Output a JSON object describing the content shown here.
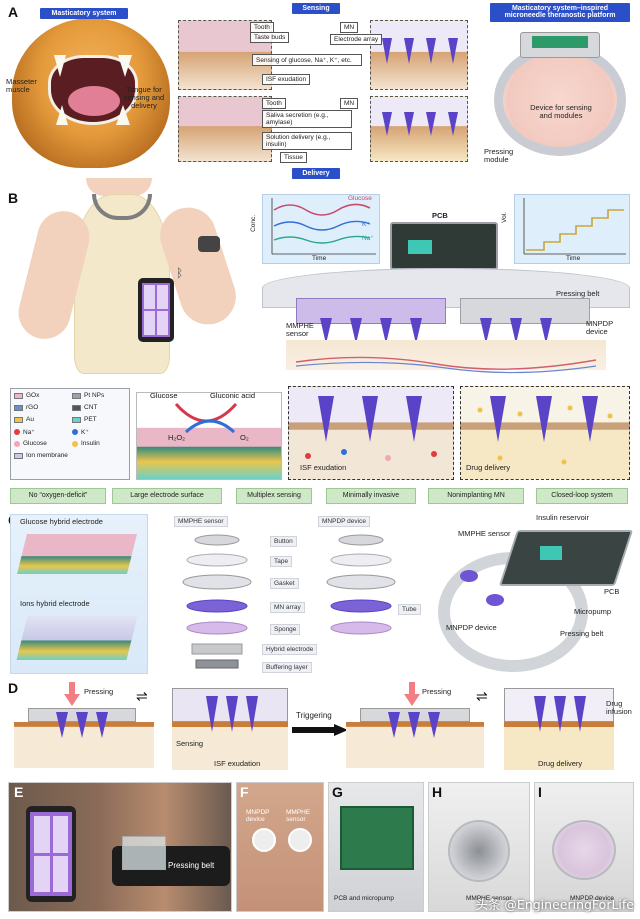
{
  "panels": [
    "A",
    "B",
    "C",
    "D",
    "E",
    "F",
    "G",
    "H",
    "I"
  ],
  "panel_a": {
    "banner_left": "Masticatory system",
    "banner_sensing": "Sensing",
    "banner_delivery": "Delivery",
    "banner_right": "Masticatory system–inspired microneedle theranostic platform",
    "masseter_label": "Masseter muscle",
    "tongue_label": "Tongue for sensing and delivery",
    "sensing_rows": [
      "Tooth",
      "Taste buds",
      "Sensing of glucose, Na⁺, K⁺, etc.",
      "ISF exudation"
    ],
    "sensing_right": [
      "MN",
      "Electrode array"
    ],
    "delivery_rows": [
      "Tooth",
      "Saliva secretion (e.g., amylase)",
      "Solution delivery (e.g., insulin)",
      "Tissue"
    ],
    "delivery_right": [
      "MN"
    ],
    "device_label": "Device for sensing and modules",
    "pressing_label": "Pressing module"
  },
  "panel_b": {
    "pcb_label": "PCB",
    "pressing_belt": "Pressing belt",
    "mmphe_label": "MMPHE sensor",
    "mnpdp_label": "MNPDP device",
    "plot_left": {
      "ylabel": "Conc.",
      "xlabel": "Time",
      "series": [
        "Glucose",
        "K⁺",
        "Na⁺"
      ]
    },
    "plot_right": {
      "ylabel": "Vol.",
      "xlabel": "Time"
    },
    "legend": [
      {
        "name": "GOx",
        "color": "#e9b7c6"
      },
      {
        "name": "Pt NPs",
        "color": "#9aa3ad"
      },
      {
        "name": "rGO",
        "color": "#6e8fc6"
      },
      {
        "name": "CNT",
        "color": "#555"
      },
      {
        "name": "Au",
        "color": "#e9c64c"
      },
      {
        "name": "PET",
        "color": "#6bd0c8"
      },
      {
        "name": "Na⁺",
        "color": "#e23b3b"
      },
      {
        "name": "K⁺",
        "color": "#2f6fd6"
      },
      {
        "name": "Glucose",
        "color": "#f2a6b6"
      },
      {
        "name": "Insulin",
        "color": "#f0c24a"
      },
      {
        "name": "Ion membrane",
        "color": "#c8c8e8"
      }
    ],
    "glucose_label": "Glucose",
    "gluconic_label": "Gluconic acid",
    "h2o2_label": "H₂O₂",
    "o2_label": "O₂",
    "isf_label": "ISF exudation",
    "drug_label": "Drug delivery",
    "features": [
      "No “oxygen-deficit”",
      "Large electrode surface",
      "Multiplex sensing",
      "Minimally invasive",
      "Nonimplanting MN",
      "Closed-loop system"
    ]
  },
  "panel_c": {
    "glucose_electrode": "Glucose hybrid electrode",
    "ions_electrode": "Ions hybrid electrode",
    "mmphe_title": "MMPHE sensor",
    "mnpdp_title": "MNPDP device",
    "layers": [
      "Button",
      "Tape",
      "Gasket",
      "MN array",
      "Sponge",
      "Hybrid electrode",
      "Buffering layer"
    ],
    "tube_label": "Tube",
    "insulin_reservoir": "Insulin reservoir",
    "mmphe_sensor": "MMPHE sensor",
    "pcb_label": "PCB",
    "micropump": "Micropump",
    "mnpdp_device": "MNPDP device",
    "pressing_belt": "Pressing belt"
  },
  "panel_d": {
    "pressing_1": "Pressing",
    "sensing": "Sensing",
    "isf": "ISF exudation",
    "triggering": "Triggering",
    "pressing_2": "Pressing",
    "drug_infusion": "Drug infusion",
    "drug_delivery": "Drug delivery"
  },
  "panel_e": {
    "label": "Pressing belt"
  },
  "panel_f": {
    "left": "MNPDP device",
    "right": "MMPHE sensor"
  },
  "panel_g": {
    "label": "PCB and micropump"
  },
  "panel_h": {
    "label": "MMPHE sensor"
  },
  "panel_i": {
    "label": "MNPDP device"
  },
  "watermark": "头条 @EngineeringForLife",
  "colors": {
    "banner_blue": "#2a4fc8",
    "feature_green": "#cfe8c8",
    "tissue_top": "#c97d3a",
    "tissue_bottom": "#f6ead7",
    "microneedle_purple": "#5b43c7"
  }
}
